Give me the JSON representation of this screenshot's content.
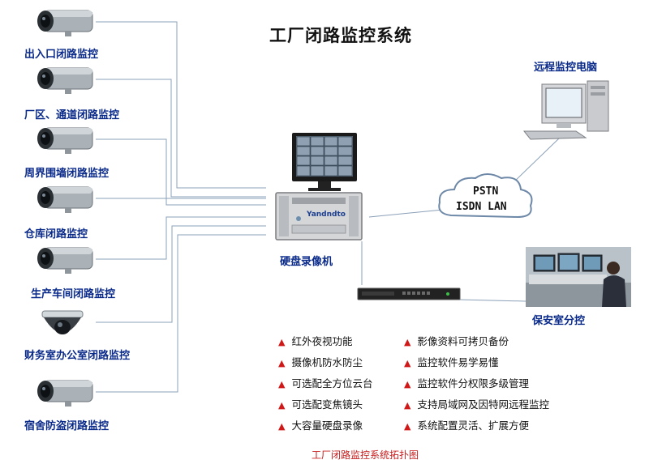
{
  "title": "工厂闭路监控系统",
  "cameras": [
    {
      "label": "出入口闭路监控",
      "icon": "bullet-camera-icon"
    },
    {
      "label": "厂区、通道闭路监控",
      "icon": "bullet-camera-icon"
    },
    {
      "label": "周界围墙闭路监控",
      "icon": "bullet-camera-icon"
    },
    {
      "label": "仓库闭路监控",
      "icon": "bullet-camera-icon"
    },
    {
      "label": "生产车间闭路监控",
      "icon": "bullet-camera-icon"
    },
    {
      "label": "财务室办公室闭路监控",
      "icon": "dome-camera-icon"
    },
    {
      "label": "宿舍防盗闭路监控",
      "icon": "bullet-camera-icon"
    }
  ],
  "dvr": {
    "label": "硬盘录像机",
    "brand": "Yandndto",
    "icon": "dvr-workstation-icon"
  },
  "remote_pc": {
    "label": "远程监控电脑",
    "icon": "desktop-computer-icon"
  },
  "network": {
    "line1": "PSTN",
    "line2": "ISDN LAN",
    "icon": "cloud-icon"
  },
  "switch": {
    "icon": "network-switch-icon"
  },
  "security_room": {
    "label": "保安室分控",
    "icon": "security-room-photo-icon"
  },
  "features_left": [
    "红外夜视功能",
    "摄像机防水防尘",
    "可选配全方位云台",
    "可选配变焦镜头",
    "大容量硬盘录像"
  ],
  "features_right": [
    "影像资料可拷贝备份",
    "监控软件易学易懂",
    "监控软件分权限多级管理",
    "支持局域网及因特网远程监控",
    "系统配置灵活、扩展方便"
  ],
  "caption": "工厂闭路监控系统拓扑图",
  "colors": {
    "label_blue": "#0a2a8a",
    "bullet_red": "#d01818",
    "caption_red": "#c81c1c",
    "wire": "#8aa0b8"
  }
}
